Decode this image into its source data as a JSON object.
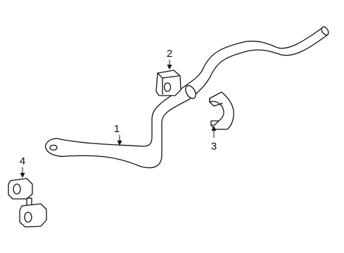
{
  "callouts": [
    {
      "number": "1",
      "part": "stabilizer-bar"
    },
    {
      "number": "2",
      "part": "bar-bushing"
    },
    {
      "number": "3",
      "part": "bushing-bracket"
    },
    {
      "number": "4",
      "part": "stabilizer-link"
    }
  ],
  "colors": {
    "line": "#111111",
    "background": "#ffffff"
  }
}
